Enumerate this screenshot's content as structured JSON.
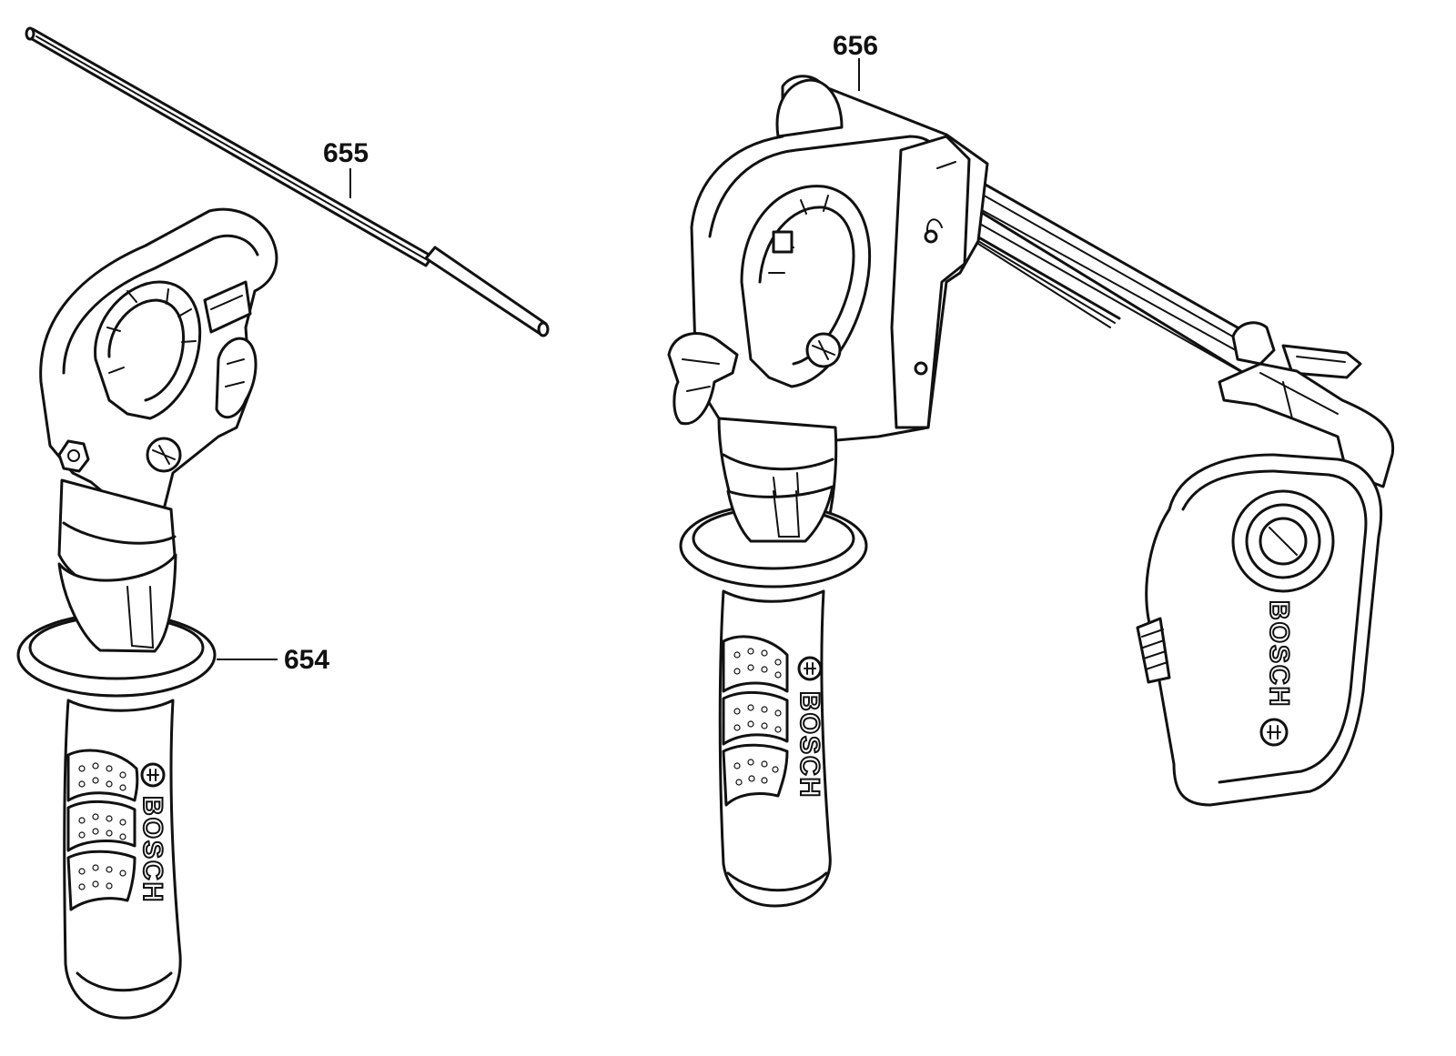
{
  "parts": [
    {
      "id": "part-654",
      "label": "654",
      "description_visible": ""
    },
    {
      "id": "part-655",
      "label": "655",
      "description_visible": ""
    },
    {
      "id": "part-656",
      "label": "656",
      "description_visible": ""
    }
  ],
  "brand_marks": {
    "left_handle": "BOSCH",
    "right_handle": "BOSCH",
    "dust_box": "BOSCH"
  },
  "colors": {
    "line": "#111111",
    "background": "#ffffff"
  }
}
